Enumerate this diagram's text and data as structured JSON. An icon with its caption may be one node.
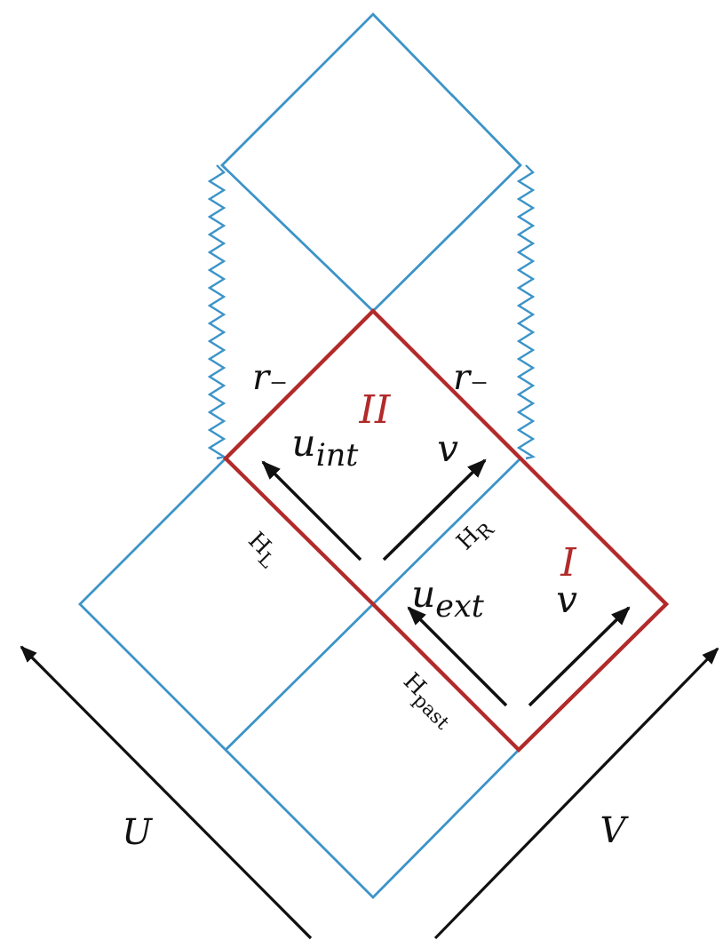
{
  "diagram": {
    "labels": [
      "r₋",
      "r₋",
      "II",
      "u$_{int}$",
      "v",
      "H$_{L}$",
      "H$_{R}$",
      "I",
      "u$_{ext}$",
      "v",
      "H$_{past}$",
      "U",
      "V"
    ]
  }
}
